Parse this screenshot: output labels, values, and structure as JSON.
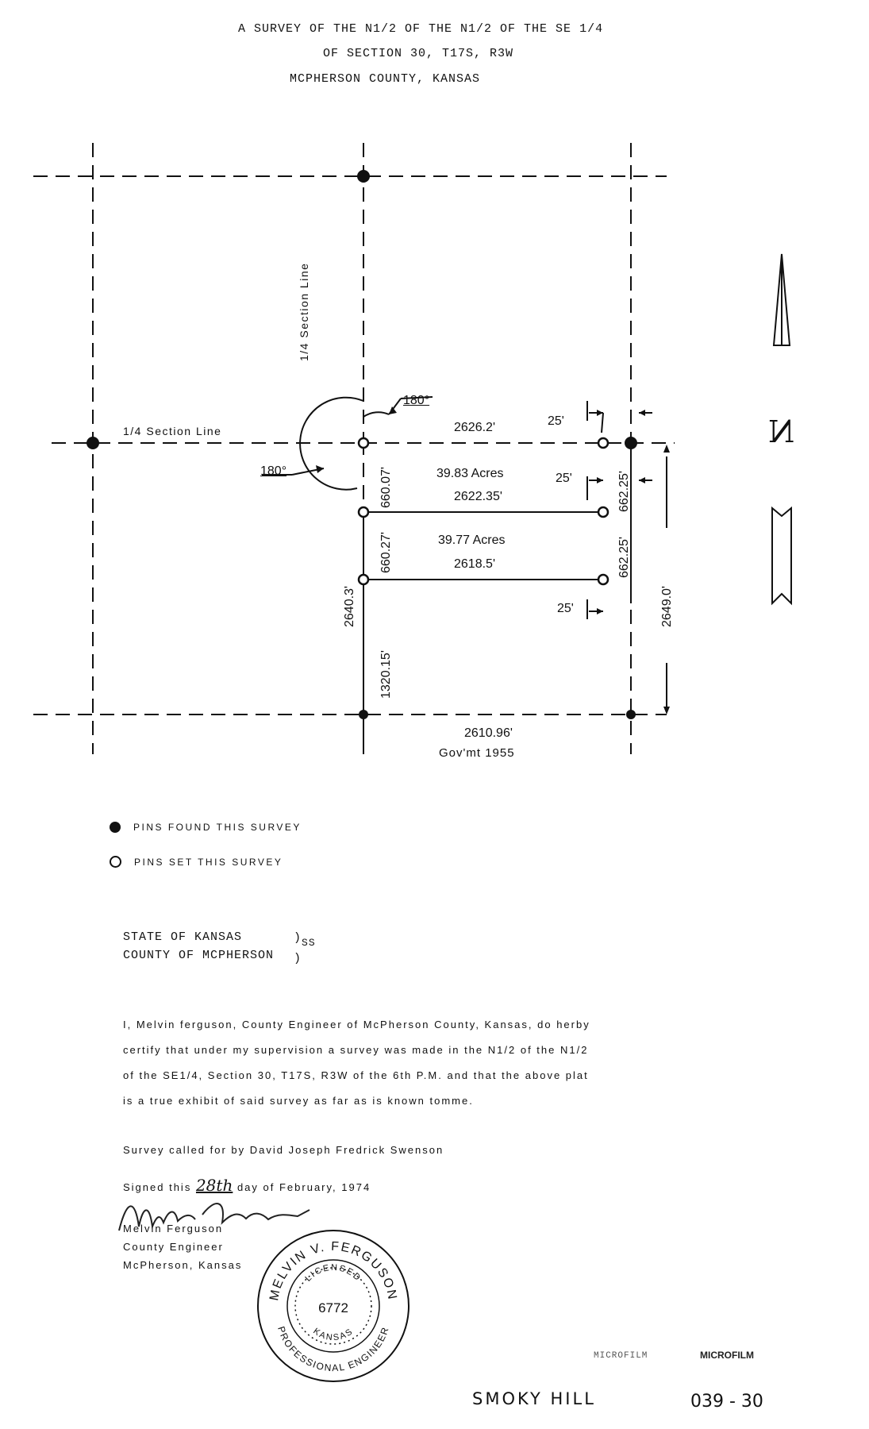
{
  "title": {
    "line1": "A SURVEY OF THE N1/2 OF THE N1/2 OF THE SE 1/4",
    "line2": "OF SECTION 30, T17S, R3W",
    "line3": "MCPHERSON COUNTY, KANSAS"
  },
  "plat": {
    "quarter_section_line_vertical": "1/4 Section Line",
    "quarter_section_line_horizontal": "1/4 Section Line",
    "angle_top": "180°",
    "angle_left": "180°",
    "north_symbol": "N",
    "dims": {
      "top_length": "2626.2'",
      "tract1_acres": "39.83 Acres",
      "tract1_length": "2622.35'",
      "tract2_acres": "39.77 Acres",
      "tract2_length": "2618.5'",
      "left_seg1": "660.07'",
      "left_seg2": "660.27'",
      "left_total": "2640.3'",
      "left_lower": "1320.15'",
      "right_seg1": "662.25'",
      "right_seg2": "662.25'",
      "right_total": "2649.0'",
      "offset1": "25'",
      "offset2": "25'",
      "offset3": "25'",
      "bottom_length": "2610.96'",
      "bottom_note": "Gov'mt 1955"
    }
  },
  "legend": {
    "found": "Pins found this survey",
    "set": "Pins set this survey"
  },
  "venue": {
    "state": "STATE OF KANSAS",
    "county": "COUNTY OF MCPHERSON",
    "ss": "SS"
  },
  "certification": {
    "line1": "I, Melvin ferguson, County Engineer of McPherson County, Kansas, do herby",
    "line2": "certify that under my supervision a survey was made in the N1/2 of the N1/2",
    "line3": "of the SE1/4, Section 30, T17S, R3W of the 6th P.M. and that the above plat",
    "line4": "is a true exhibit of said survey as far as is known tomme."
  },
  "called_for": "Survey called for by David Joseph Fredrick Swenson",
  "signed": {
    "prefix": "Signed this",
    "day": "28th",
    "suffix": "day of February, 1974"
  },
  "signature": "Melvin Ferguson",
  "engineer": {
    "name": "Melvin Ferguson",
    "title": "County Engineer",
    "location": "McPherson, Kansas"
  },
  "seal": {
    "name": "MELVIN V. FERGUSON",
    "licensed": "LICENSED",
    "number": "6772",
    "state": "KANSAS",
    "profession": "PROFESSIONAL ENGINEER"
  },
  "footer": {
    "microfilm1": "MICROFILM",
    "microfilm2": "MICROFILM",
    "location": "SMOKY HILL",
    "code": "039 - 30"
  }
}
